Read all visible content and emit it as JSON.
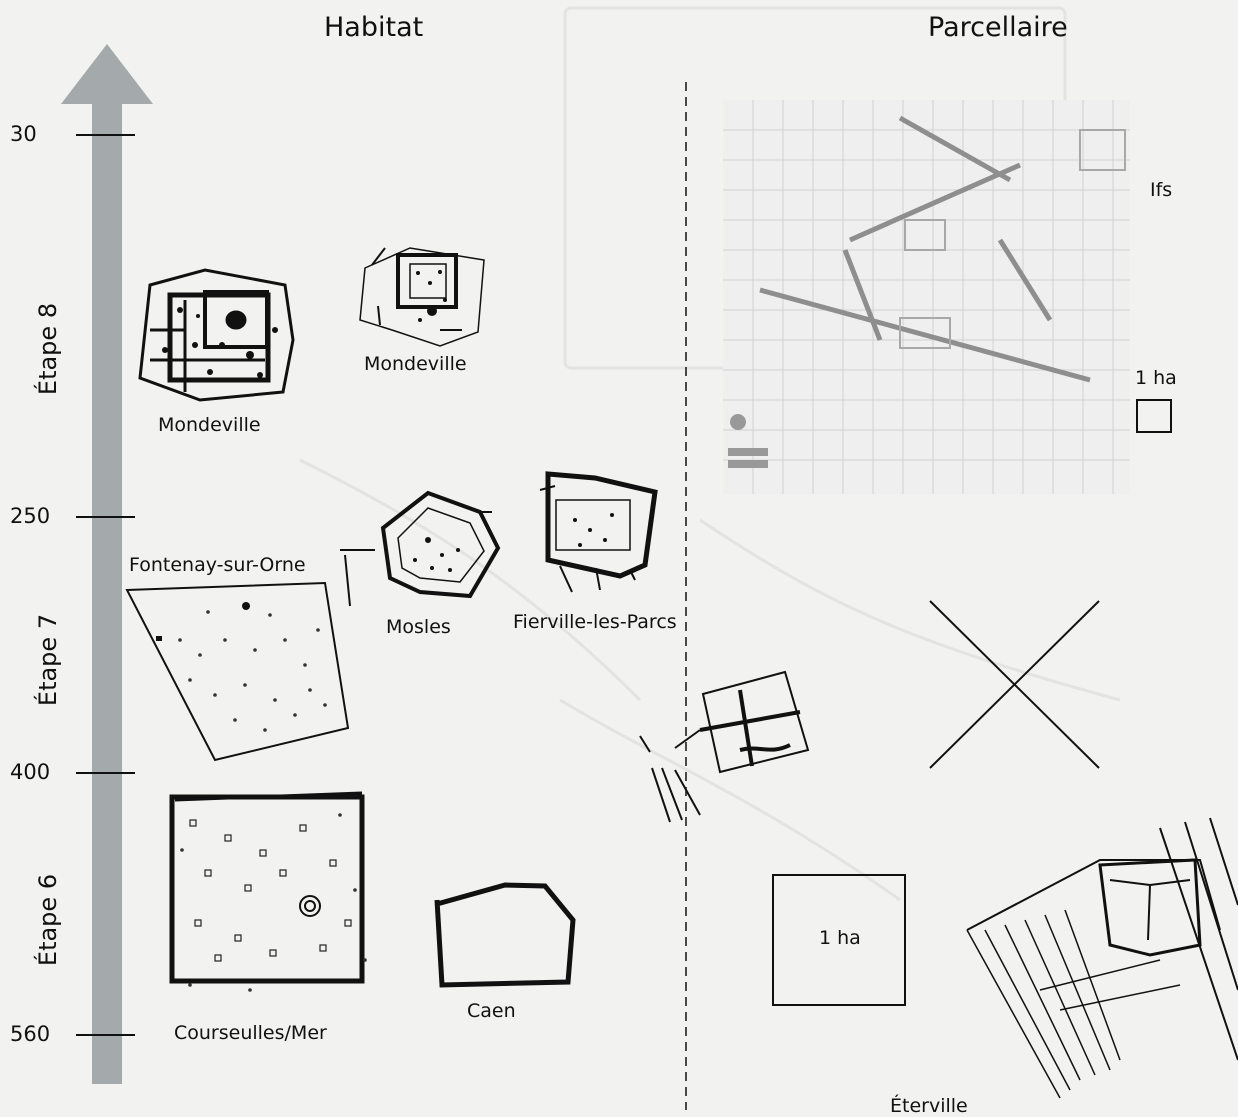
{
  "columns": {
    "habitat": "Habitat",
    "parcellaire": "Parcellaire"
  },
  "timeline": {
    "ticks": [
      "30",
      "250",
      "400",
      "560"
    ],
    "stages": [
      "Étape 8",
      "Étape 7",
      "Étape 6"
    ]
  },
  "sites": {
    "mondeville_large": "Mondeville",
    "mondeville_small": "Mondeville",
    "fontenay": "Fontenay-sur-Orne",
    "mosles": "Mosles",
    "fierville": "Fierville-les-Parcs",
    "courseulles": "Courseulles/Mer",
    "caen": "Caen",
    "ifs": "Ifs",
    "eterville": "Éterville"
  },
  "scale": {
    "top": "1 ha",
    "bottom": "1 ha"
  },
  "colors": {
    "arrow": "#a4aaab",
    "lines": "#111111",
    "plan_grey": "#9a9a9a"
  }
}
